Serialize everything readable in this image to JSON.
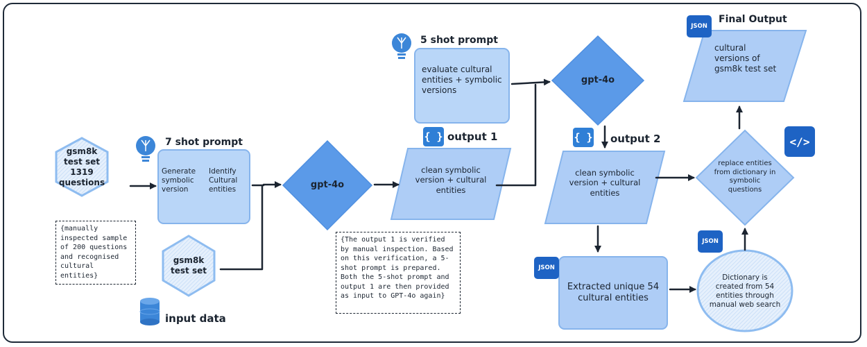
{
  "colors": {
    "node_fill": "#aecdf6",
    "node_stroke": "#7fb0ea",
    "diamond_fill": "#5b9ae8",
    "badge_blue": "#1e63c4",
    "arrow": "#1b2430"
  },
  "nodes": {
    "gsm8k_1319": "gsm8k test set 1319 questions",
    "manual_note": "{manually inspected sample of 200 questions and recognised cultural entities}",
    "prompt7_heading": "7 shot prompt",
    "prompt7_generate": "Generate symbolic version",
    "prompt7_identify": "Identify Cultural entities",
    "gsm8k_set": "gsm8k test set",
    "input_data": "input data",
    "gpt4o_first": "gpt-4o",
    "prompt5_heading": "5 shot prompt",
    "prompt5_text": "evaluate cultural entities + symbolic versions",
    "output1_label": "output 1",
    "output1_text": "clean symbolic version + cultural entities",
    "verification_note": "{The output 1 is verified by manual inspection. Based on this verification, a 5-shot prompt is prepared. Both the 5-shot prompt and output 1 are then provided as input to GPT-4o again}",
    "gpt4o_second": "gpt-4o",
    "output2_label": "output 2",
    "output2_text": "clean symbolic version + cultural entities",
    "extracted_text": "Extracted unique 54 cultural entities",
    "dictionary_text": "Dictionary is created from 54 entities through manual web search",
    "replace_text": "replace entities from dictionary in symbolic questions",
    "final_heading": "Final Output",
    "final_text": "cultural versions of gsm8k test set"
  },
  "icons": {
    "json_badge": "JSON",
    "braces_icon": "{ }",
    "code_icon": "</>",
    "bulb": "lightbulb-icon",
    "database": "database-icon"
  }
}
